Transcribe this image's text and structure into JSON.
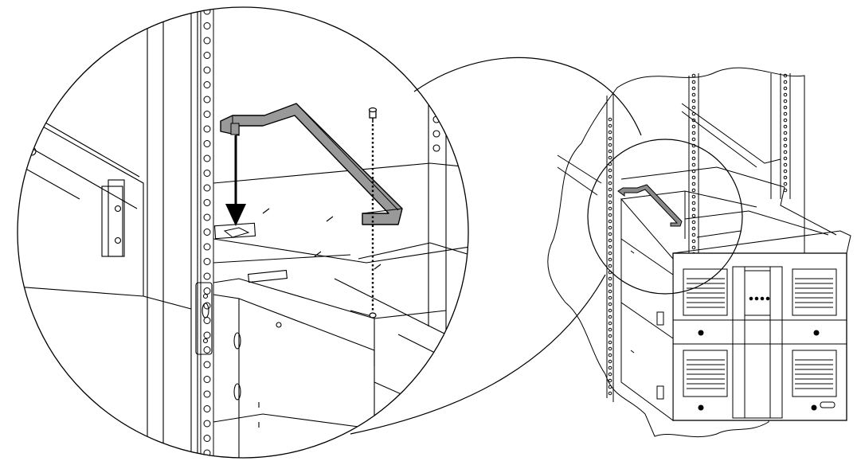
{
  "figure": {
    "kind": "installation-diagram",
    "colors": {
      "line": "#000000",
      "background": "#ffffff",
      "bracket_fill": "#999999",
      "bracket_fill_small": "#8a8a8a"
    },
    "callout": {
      "detail": "enlarged-detail-circle",
      "source": "small-detail-circle-on-library"
    },
    "parts": [
      {
        "name": "bracket",
        "icon": "l-shaped-bracket-icon"
      },
      {
        "name": "screw",
        "icon": "screw-icon"
      },
      {
        "name": "insertion-arrow",
        "icon": "arrow-down-icon"
      },
      {
        "name": "rack-rail",
        "icon": "perforated-rail-icon"
      },
      {
        "name": "tape-library",
        "icon": "tape-library-icon"
      }
    ]
  }
}
